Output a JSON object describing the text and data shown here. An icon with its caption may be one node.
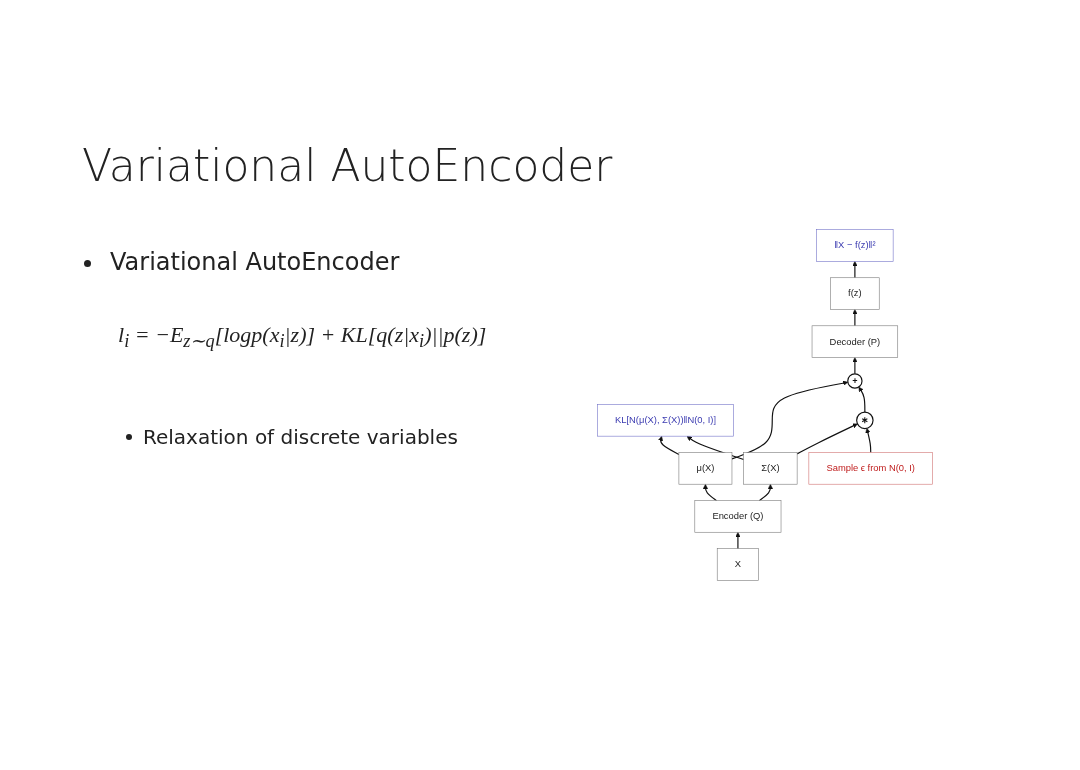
{
  "diagram": {
    "title": "Variational AutoEncoder",
    "nodes": [
      {
        "text": [
          "‖X − f(z)‖²"
        ]
      },
      {
        "text": [
          "f(z)"
        ]
      },
      {
        "text": [
          "KL[N(μ(X), Σ(X))‖N(0, I)]"
        ]
      },
      {
        "text": [
          "Decoder (P)"
        ]
      },
      {
        "text": [
          "+"
        ]
      },
      {
        "text": [
          "μ(X)"
        ]
      },
      {
        "text": [
          "Σ(X)"
        ]
      },
      {
        "text": [
          "∗"
        ]
      },
      {
        "text": [
          "Encoder (Q)"
        ]
      },
      {
        "text": [
          "Sample ϵ from N(0, I)"
        ]
      },
      {
        "text": [
          "X"
        ]
      }
    ],
    "edges": [
      {
        "from": 1,
        "to": 0,
        "arrow": "to"
      },
      {
        "from": 3,
        "to": 1,
        "arrow": "to"
      },
      {
        "from": 4,
        "to": 3,
        "arrow": "to"
      },
      {
        "from": 5,
        "to": 2,
        "arrow": "to"
      },
      {
        "from": 6,
        "to": 2,
        "arrow": "to"
      },
      {
        "from": 5,
        "to": 4,
        "arrow": "to"
      },
      {
        "from": 7,
        "to": 4,
        "arrow": "to"
      },
      {
        "from": 6,
        "to": 7,
        "arrow": "to"
      },
      {
        "from": 8,
        "to": 5,
        "arrow": "to"
      },
      {
        "from": 8,
        "to": 6,
        "arrow": "to"
      },
      {
        "from": 9,
        "to": 7,
        "arrow": "to"
      },
      {
        "from": 10,
        "to": 8,
        "arrow": "to"
      }
    ],
    "labels": [
      "Variational AutoEncoder",
      "l$_{i}$ = −E$_{z∼q}$[logp(x$_{i}$|z)] + KL[q(z|x$_{i}$)||p(z)]",
      "Relaxation of discrete variables"
    ]
  }
}
